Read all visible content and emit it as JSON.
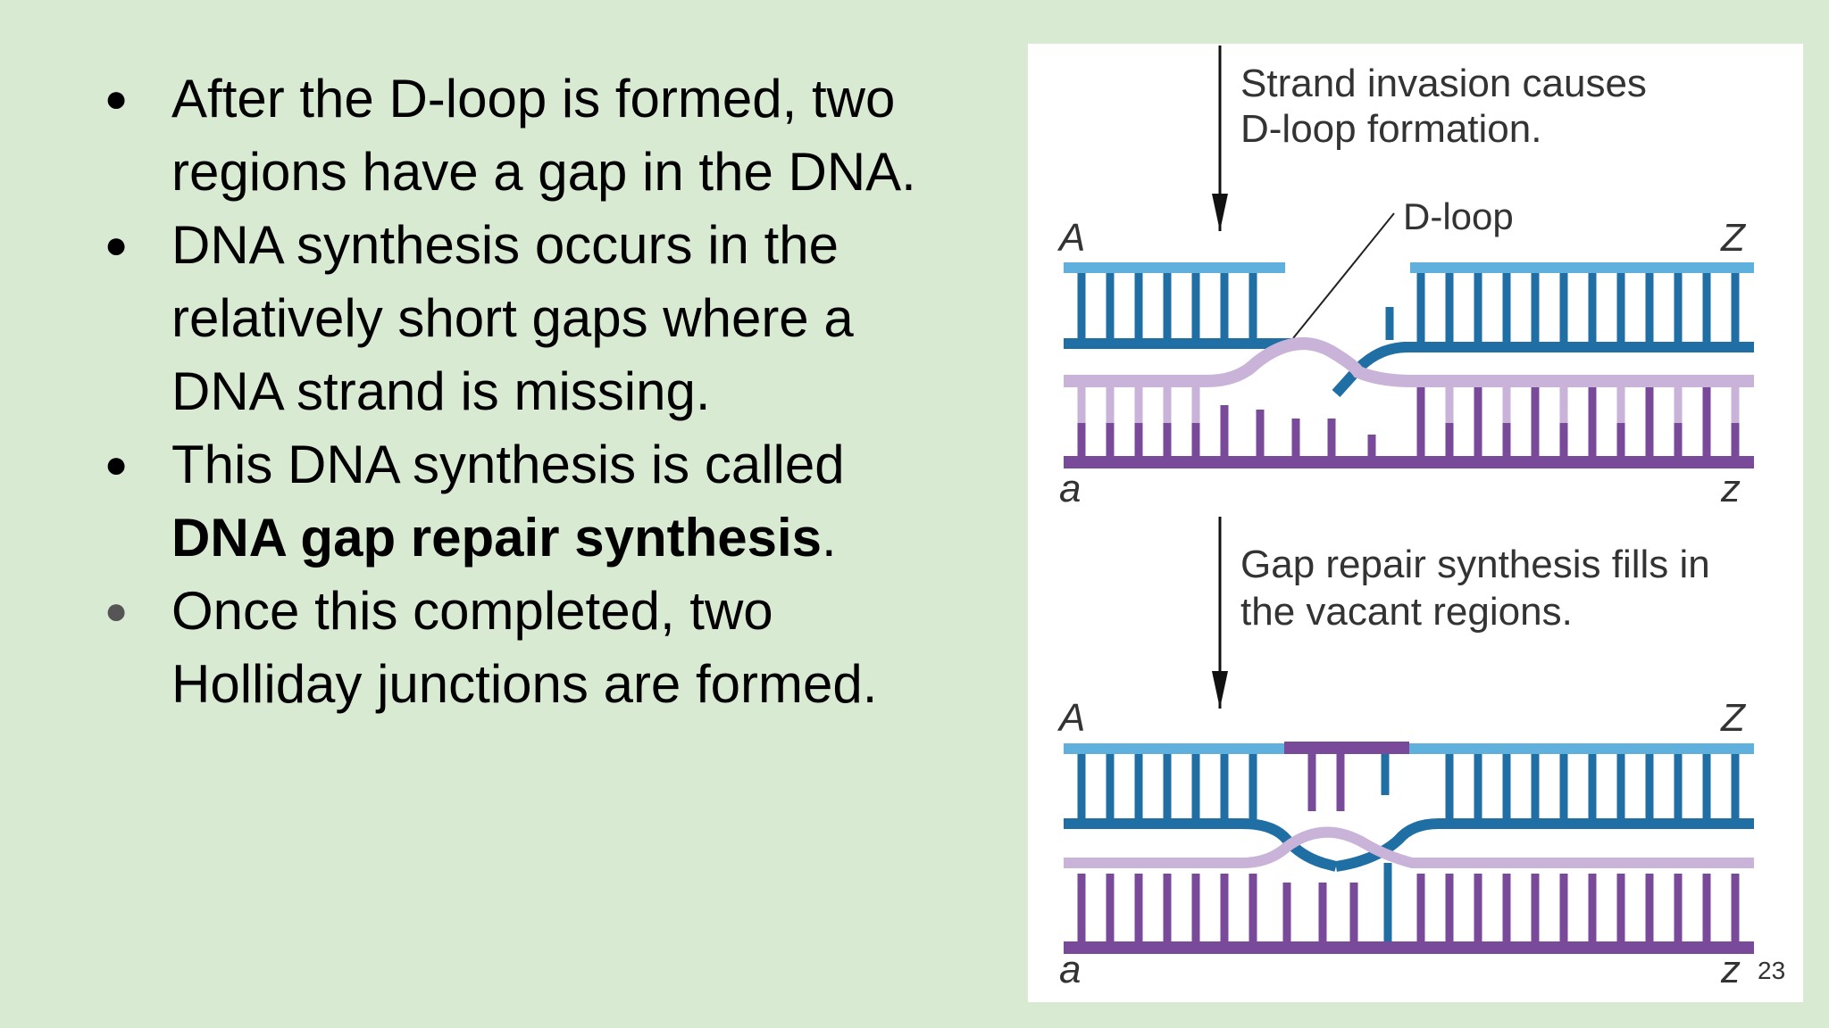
{
  "bullets": [
    {
      "text": "After the D-loop is formed, two regions have a gap in the DNA."
    },
    {
      "text": "DNA synthesis occurs in the relatively short gaps where a DNA strand is missing."
    },
    {
      "prefix": "This DNA synthesis is called ",
      "bold": "DNA  gap repair synthesis",
      "suffix": "."
    },
    {
      "text": "Once this completed, two Holliday junctions are formed."
    }
  ],
  "bullet_symbol": "●",
  "diagram": {
    "caption_top_line1": "Strand invasion causes",
    "caption_top_line2": "D-loop formation.",
    "dloop_label": "D-loop",
    "caption_bottom_line1": "Gap repair synthesis fills in",
    "caption_bottom_line2": "the vacant regions.",
    "label_A": "A",
    "label_Z": "Z",
    "label_a": "a",
    "label_z": "z"
  },
  "page_number": "23",
  "colors": {
    "background": "#d9ead3",
    "blue_dark": "#1f6fa5",
    "blue_light": "#5fb0dd",
    "purple_dark": "#7a4a9a",
    "purple_light": "#c9b3d9"
  }
}
